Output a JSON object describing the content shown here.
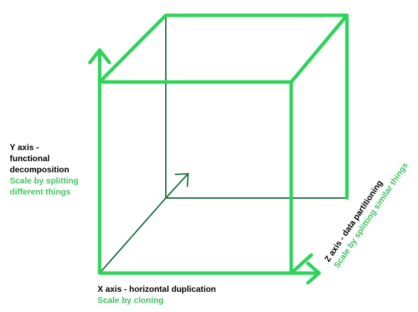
{
  "colors": {
    "bright_green": "#2ed35b",
    "dark_green": "#17703a",
    "text_green": "#3ec45f",
    "text_dark": "#000000",
    "background": "#ffffff"
  },
  "y_axis": {
    "title_lines": [
      "Y axis -",
      "functional",
      "decomposition"
    ],
    "subtitle_lines": [
      "Scale by splitting",
      "different things"
    ]
  },
  "x_axis": {
    "title": "X axis - horizontal duplication",
    "subtitle": "Scale by cloning"
  },
  "z_axis": {
    "title": "Z axis - data partitioning",
    "subtitle": "Scale by splitting similar things"
  }
}
